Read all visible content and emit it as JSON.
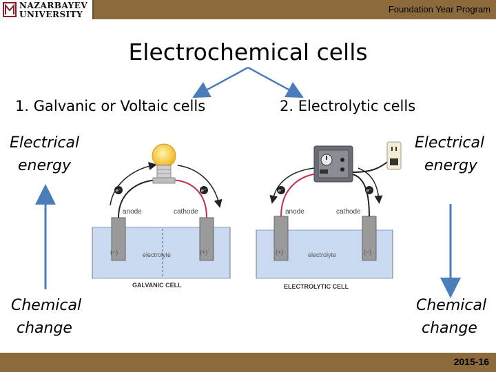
{
  "header": {
    "logo_line1": "NAZARBAYEV",
    "logo_line2": "UNIVERSITY",
    "program": "Foundation Year Program"
  },
  "slide": {
    "title": "Electrochemical cells",
    "left_heading": "1. Galvanic or Voltaic cells",
    "right_heading": "2. Electrolytic cells",
    "left_top": [
      "Electrical",
      "energy"
    ],
    "left_bottom": [
      "Chemical",
      "change"
    ],
    "right_top": [
      "Electrical",
      "energy"
    ],
    "right_bottom": [
      "Chemical",
      "change"
    ]
  },
  "galvanic": {
    "anode": "anode",
    "cathode": "cathode",
    "electrolyte": "electrolyte",
    "left_sign": "(−)",
    "right_sign": "(+)",
    "e_left": "e⁻",
    "e_right": "e⁻",
    "caption": "GALVANIC CELL"
  },
  "electrolytic": {
    "anode": "anode",
    "cathode": "cathode",
    "electrolyte": "electrolyte",
    "left_sign": "(+)",
    "right_sign": "(−)",
    "e_left": "e⁻",
    "e_right": "e⁻",
    "caption": "ELECTROLYTIC CELL"
  },
  "footer": {
    "year": "2015-16"
  },
  "colors": {
    "bar": "#8b6a3c",
    "arrow": "#4a7ebb",
    "electrolyte": "#c9daf0",
    "wire_red": "#c0304a"
  }
}
